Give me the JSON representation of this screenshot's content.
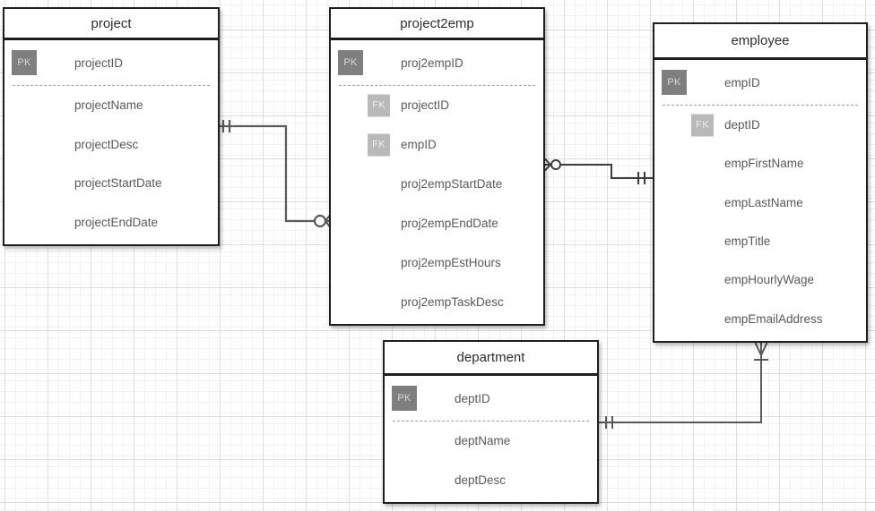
{
  "diagram": {
    "badges": {
      "pk": "PK",
      "fk": "FK"
    },
    "colors": {
      "table_border": "#1f1f1f",
      "title_text": "#2d2d2d",
      "field_text": "#595959",
      "pk_badge_bg": "#7f7f7f",
      "fk_badge_bg": "#b9b9b9",
      "relationship_line": "#5a5a5a",
      "grid_major": "#dedede",
      "grid_minor": "#f2f2f2"
    },
    "entities": [
      {
        "title": "project",
        "fields": [
          {
            "badge": "PK",
            "name": "projectID"
          },
          {
            "badge": null,
            "name": "projectName"
          },
          {
            "badge": null,
            "name": "projectDesc"
          },
          {
            "badge": null,
            "name": "projectStartDate"
          },
          {
            "badge": null,
            "name": "projectEndDate"
          }
        ]
      },
      {
        "title": "project2emp",
        "fields": [
          {
            "badge": "PK",
            "name": "proj2empID"
          },
          {
            "badge": "FK",
            "name": "projectID"
          },
          {
            "badge": "FK",
            "name": "empID"
          },
          {
            "badge": null,
            "name": "proj2empStartDate"
          },
          {
            "badge": null,
            "name": "proj2empEndDate"
          },
          {
            "badge": null,
            "name": "proj2empEstHours"
          },
          {
            "badge": null,
            "name": "proj2empTaskDesc"
          }
        ]
      },
      {
        "title": "employee",
        "fields": [
          {
            "badge": "PK",
            "name": "empID"
          },
          {
            "badge": "FK",
            "name": "deptID"
          },
          {
            "badge": null,
            "name": "empFirstName"
          },
          {
            "badge": null,
            "name": "empLastName"
          },
          {
            "badge": null,
            "name": "empTitle"
          },
          {
            "badge": null,
            "name": "empHourlyWage"
          },
          {
            "badge": null,
            "name": "empEmailAddress"
          }
        ]
      },
      {
        "title": "department",
        "fields": [
          {
            "badge": "PK",
            "name": "deptID"
          },
          {
            "badge": null,
            "name": "deptName"
          },
          {
            "badge": null,
            "name": "deptDesc"
          }
        ]
      }
    ],
    "relationships": [
      {
        "from": "project",
        "to": "project2emp",
        "from_end": "one-and-only-one",
        "to_end": "zero-or-many"
      },
      {
        "from": "employee",
        "to": "project2emp",
        "from_end": "one-and-only-one",
        "to_end": "zero-or-many"
      },
      {
        "from": "department",
        "to": "employee",
        "from_end": "one-and-only-one",
        "to_end": "one-or-many"
      }
    ]
  }
}
